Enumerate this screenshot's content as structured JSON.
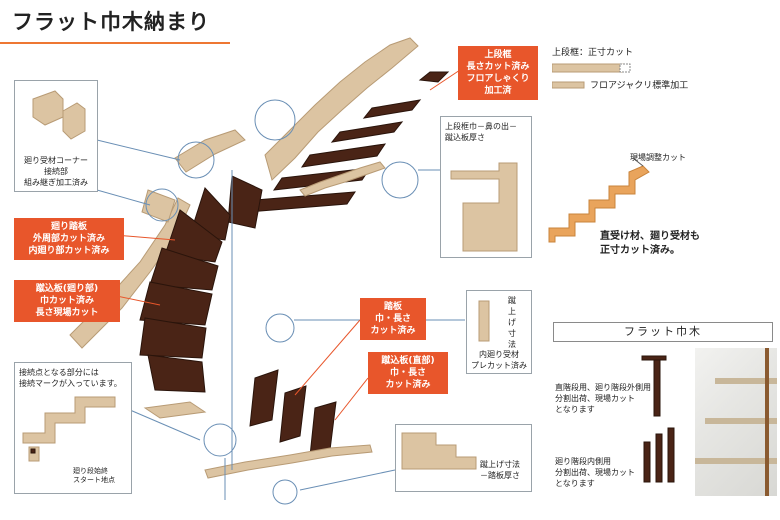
{
  "title": "フラット巾木納まり",
  "legend": {
    "upper_label": "上段框：正寸カット",
    "lower_label": "フロアジャクリ標準加工"
  },
  "callouts": {
    "upper_frame": [
      "上段框",
      "長さカット済み",
      "フロアしゃくり",
      "加工済"
    ],
    "winder_tread": [
      "廻り踏板",
      "外周部カット済み",
      "内廻り部カット済み"
    ],
    "riser_winder": [
      "蹴込板(廻り部)",
      "巾カット済み",
      "長さ現場カット"
    ],
    "tread": [
      "踏板",
      "巾・長さ",
      "カット済み"
    ],
    "riser_straight": [
      "蹴込板(直部)",
      "巾・長さ",
      "カット済み"
    ]
  },
  "notes": {
    "corner": [
      "廻り受材コーナー",
      "接続部",
      "組み継ぎ加工済み"
    ],
    "nosing": [
      "上段框巾－鼻の出－",
      "蹴込板厚さ"
    ],
    "site_adjust": "現場調整カット",
    "precut": [
      "直受け材、廻り受材も",
      "正寸カット済み。"
    ],
    "riser_height": [
      "蹴",
      "上",
      "げ",
      "寸",
      "法"
    ],
    "inner_precut": [
      "内廻り受材",
      "プレカット済み"
    ],
    "connection_mark": [
      "接続点となる部分には",
      "接続マークが入っています。"
    ],
    "start_point": [
      "廻り段始終",
      "スタート地点"
    ],
    "riser_minus": [
      "蹴上げ寸法",
      "－踏板厚さ"
    ]
  },
  "flat_baseboard": {
    "header": "フラット巾木",
    "note1": [
      "直階段用、廻り階段外側用",
      "分割出荷、現場カット",
      "となります"
    ],
    "note2": [
      "廻り階段内側用",
      "分割出荷、現場カット",
      "となります"
    ]
  }
}
